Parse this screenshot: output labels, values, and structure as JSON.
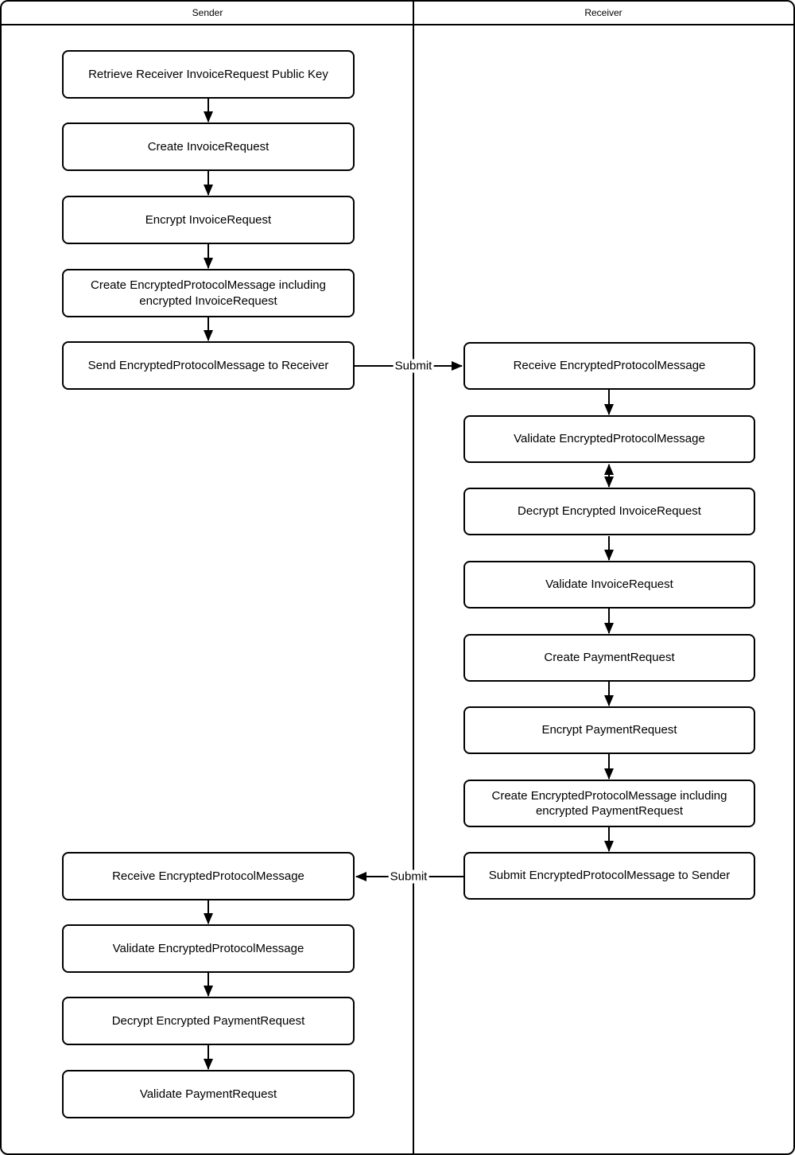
{
  "header": {
    "sender_label": "Sender",
    "receiver_label": "Receiver"
  },
  "sender_steps": [
    {
      "id": "retrieve-receiver-public-key",
      "label": "Retrieve Receiver InvoiceRequest Public Key"
    },
    {
      "id": "create-invoicerequest",
      "label": "Create InvoiceRequest"
    },
    {
      "id": "encrypt-invoicerequest",
      "label": "Encrypt InvoiceRequest"
    },
    {
      "id": "create-encryptedprotocolmessage-invoicerequest",
      "label": "Create EncryptedProtocolMessage including encrypted InvoiceRequest"
    },
    {
      "id": "send-encryptedprotocolmessage",
      "label": "Send EncryptedProtocolMessage to Receiver"
    },
    {
      "id": "receive-encryptedprotocolmessage",
      "label": "Receive EncryptedProtocolMessage"
    },
    {
      "id": "validate-encryptedprotocolmessage",
      "label": "Validate EncryptedProtocolMessage"
    },
    {
      "id": "decrypt-encrypted-paymentrequest",
      "label": "Decrypt Encrypted PaymentRequest"
    },
    {
      "id": "validate-paymentrequest",
      "label": "Validate PaymentRequest"
    }
  ],
  "receiver_steps": [
    {
      "id": "receive-encryptedprotocolmessage",
      "label": "Receive EncryptedProtocolMessage"
    },
    {
      "id": "validate-encryptedprotocolmessage",
      "label": "Validate EncryptedProtocolMessage"
    },
    {
      "id": "decrypt-encrypted-invoicerequest",
      "label": "Decrypt Encrypted InvoiceRequest"
    },
    {
      "id": "validate-invoicerequest",
      "label": "Validate InvoiceRequest"
    },
    {
      "id": "create-paymentrequest",
      "label": "Create PaymentRequest"
    },
    {
      "id": "encrypt-paymentrequest",
      "label": "Encrypt PaymentRequest"
    },
    {
      "id": "create-encryptedprotocolmessage-paymentrequest",
      "label": "Create EncryptedProtocolMessage including encrypted PaymentRequest"
    },
    {
      "id": "submit-encryptedprotocolmessage-to-sender",
      "label": "Submit EncryptedProtocolMessage to Sender"
    }
  ],
  "edge_labels": {
    "submit_to_receiver": "Submit",
    "submit_to_sender": "Submit"
  },
  "colors": {
    "line": "#000000",
    "node_fill": "#ffffff",
    "background": "#ffffff"
  }
}
